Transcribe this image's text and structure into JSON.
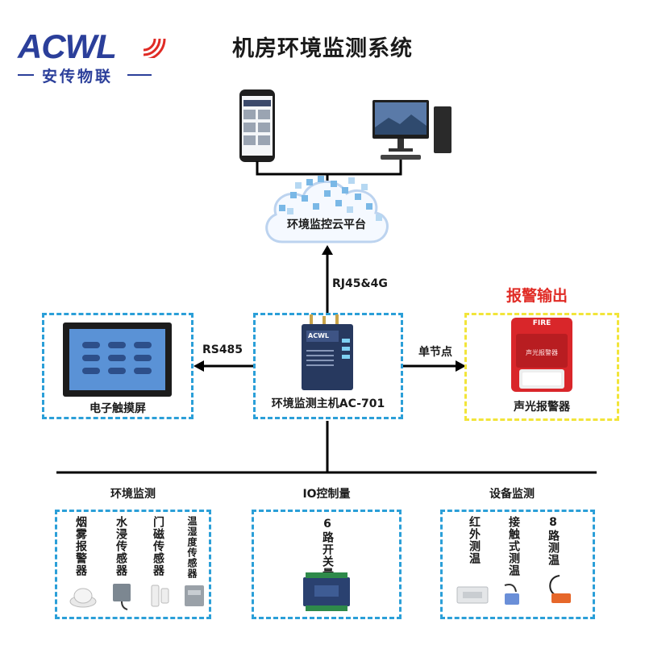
{
  "logo": {
    "brand": "ACWL",
    "sub": "安传物联"
  },
  "title": "机房环境监测系统",
  "cloud": {
    "label": "环境监控云平台"
  },
  "links": {
    "cloud_link": "RJ45&4G",
    "rs485": "RS485",
    "node": "单节点"
  },
  "alarm_output": {
    "heading": "报警输出",
    "device": "声光报警器",
    "panel_text": "FIRE",
    "panel_label": "声光报警器"
  },
  "touchscreen": {
    "label": "电子触摸屏"
  },
  "host": {
    "label": "环境监测主机AC-701",
    "brand": "ACWL"
  },
  "groups": [
    {
      "title": "环境监测",
      "items": [
        "烟雾报警器",
        "水浸传感器",
        "门磁传感器",
        "温湿度传感器"
      ]
    },
    {
      "title": "IO控制量",
      "items": [
        "6路开关量"
      ]
    },
    {
      "title": "设备监测",
      "items": [
        "红外测温",
        "接触式测温",
        "8路测温"
      ]
    }
  ],
  "colors": {
    "brand": "#2b3f9a",
    "dash_blue": "#2b9fd8",
    "dash_yellow": "#f2e53a",
    "alarm_red": "#e02b25"
  }
}
